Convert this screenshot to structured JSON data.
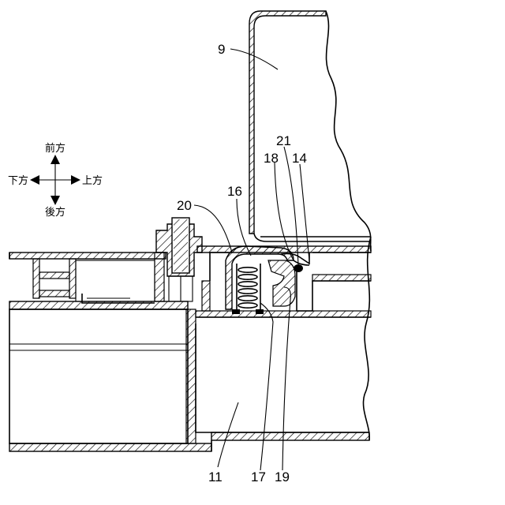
{
  "figure": {
    "labels": {
      "l9": "9",
      "l11": "11",
      "l14": "14",
      "l16": "16",
      "l17": "17",
      "l18": "18",
      "l19": "19",
      "l20": "20",
      "l21": "21"
    },
    "compass": {
      "forward": "前方",
      "backward": "後方",
      "down": "下方",
      "up": "上方"
    }
  }
}
